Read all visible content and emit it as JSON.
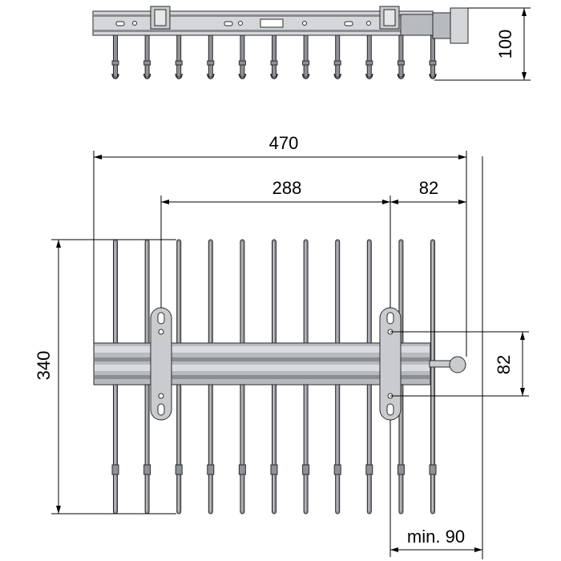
{
  "drawing": {
    "colors": {
      "metal_light": "#c9cbce",
      "metal_mid": "#a9acb0",
      "metal_dark": "#7d8085",
      "line": "#000000"
    },
    "top_view": {
      "rod_count": 11,
      "dimension_height": "100"
    },
    "front_view": {
      "rod_count": 11,
      "dimension_total_width": "470",
      "dimension_bracket_spacing": "288",
      "dimension_bracket_to_wall": "82",
      "dimension_height": "340",
      "dimension_mount_holes": "82",
      "dimension_min_clearance": "min. 90"
    }
  }
}
